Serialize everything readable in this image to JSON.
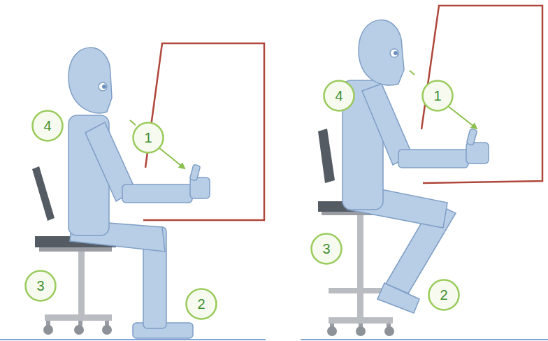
{
  "diagram": {
    "nodes": [
      {
        "text": [
          "4"
        ]
      },
      {
        "text": [
          "1"
        ]
      },
      {
        "text": [
          "3"
        ]
      },
      {
        "text": [
          "2"
        ]
      },
      {
        "text": [
          "4"
        ]
      },
      {
        "text": [
          "1"
        ]
      },
      {
        "text": [
          "3"
        ]
      },
      {
        "text": [
          "2"
        ]
      }
    ]
  }
}
